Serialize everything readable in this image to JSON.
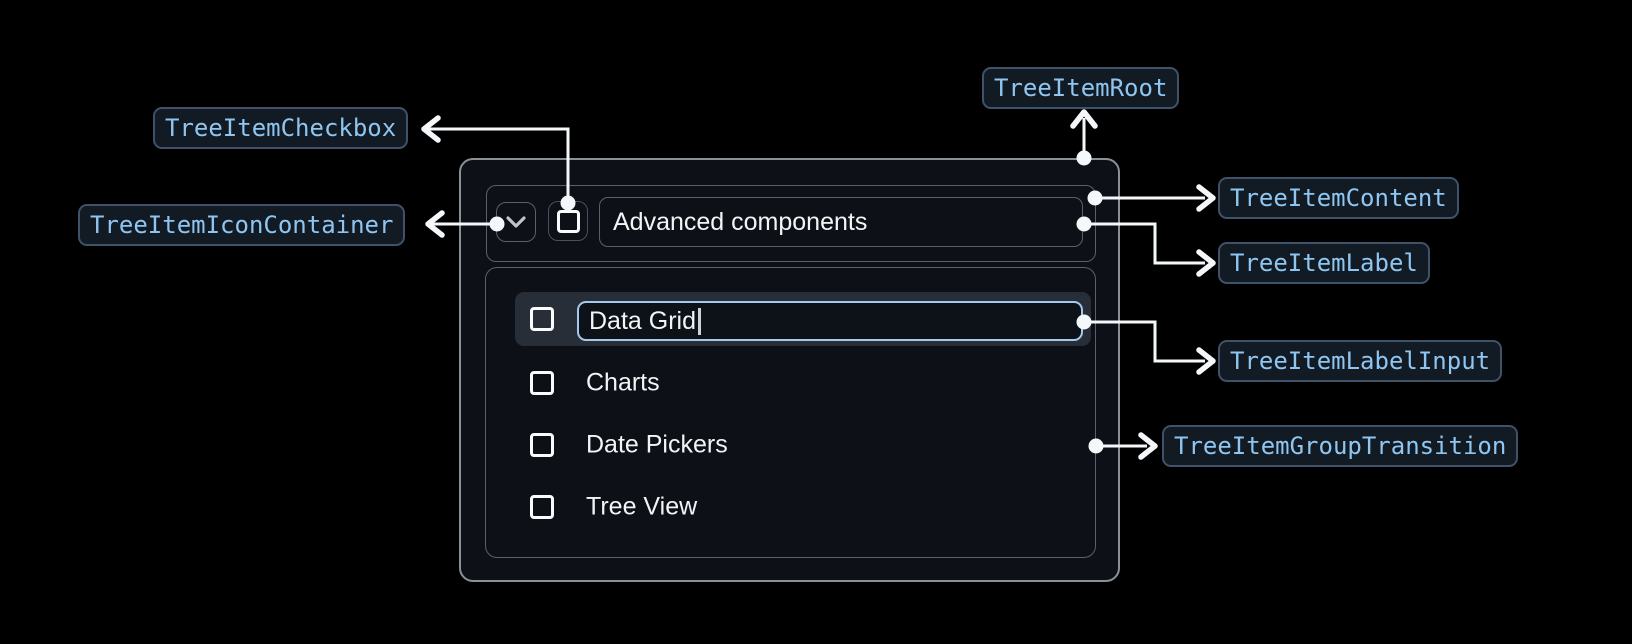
{
  "tree": {
    "parent_label": "Advanced components",
    "edit_item": {
      "label": "Data Grid",
      "editing": true,
      "checked": false
    },
    "children": [
      {
        "label": "Data Grid",
        "checked": false
      },
      {
        "label": "Charts",
        "checked": false
      },
      {
        "label": "Date Pickers",
        "checked": false
      },
      {
        "label": "Tree View",
        "checked": false
      }
    ]
  },
  "annotations": {
    "root": "TreeItemRoot",
    "checkbox": "TreeItemCheckbox",
    "icon_container": "TreeItemIconContainer",
    "content": "TreeItemContent",
    "item_label": "TreeItemLabel",
    "label_input": "TreeItemLabelInput",
    "group_transition": "TreeItemGroupTransition"
  },
  "icons": {
    "expand": "chevron-down-icon",
    "item_checkbox": "checkbox-unchecked-icon",
    "edit_caret": "text-caret"
  },
  "colors": {
    "page_bg": "#000000",
    "surface_bg": "#0d1117",
    "row_highlight_bg": "#272e37",
    "outer_border": "#899096",
    "inner_border": "#5a6068",
    "badge_bg": "#121a23",
    "badge_border": "#3e5269",
    "badge_text": "#8fc6f1",
    "input_border": "#a5c9ec",
    "text": "#f3f4f6",
    "connector": "#f5f8fa"
  }
}
